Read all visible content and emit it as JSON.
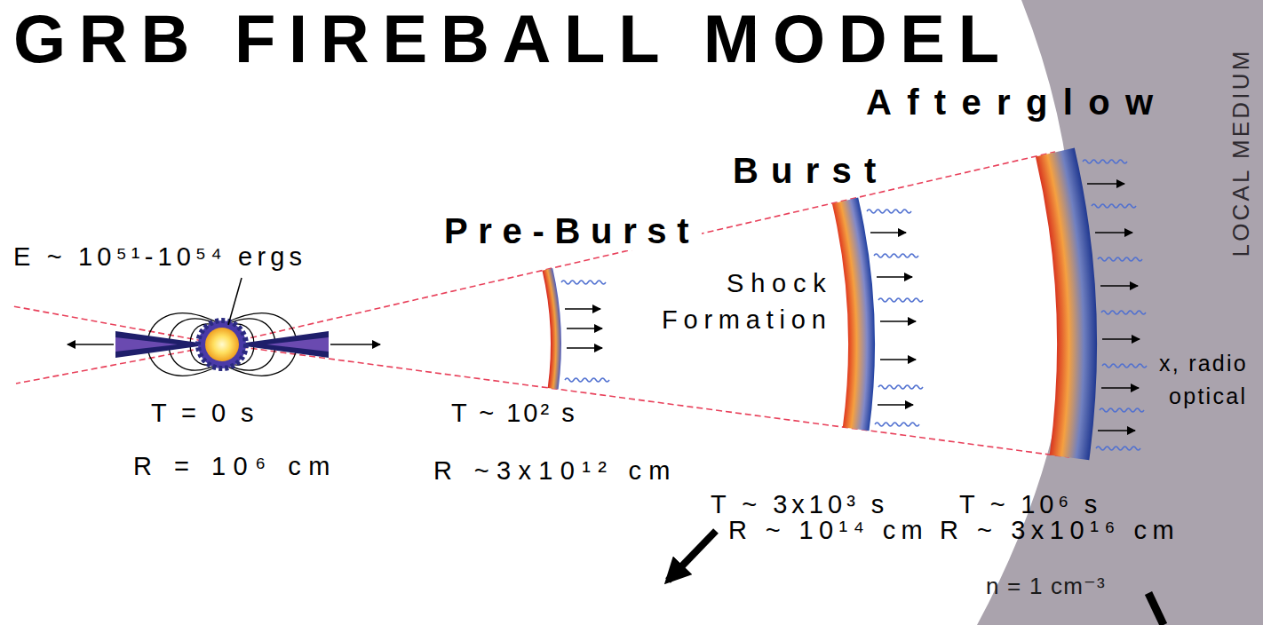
{
  "diagram": {
    "title": "GRB FIREBALL MODEL",
    "labels": [
      "Afterglow",
      "Burst",
      "Pre-Burst",
      "LOCAL MEDIUM",
      "E ~ 10⁵¹-10⁵⁴ ergs",
      "Shock",
      "Formation",
      "x, radio",
      "optical",
      "T = 0 s",
      "R = 10⁶ cm",
      "T ~ 10² s",
      "R ~3x10¹² cm",
      "T ~ 3x10³ s",
      "R ~ 10¹⁴ cm",
      "T ~ 10⁶ s",
      "R ~ 3x10¹⁶ cm",
      "n = 1 cm⁻³"
    ]
  }
}
